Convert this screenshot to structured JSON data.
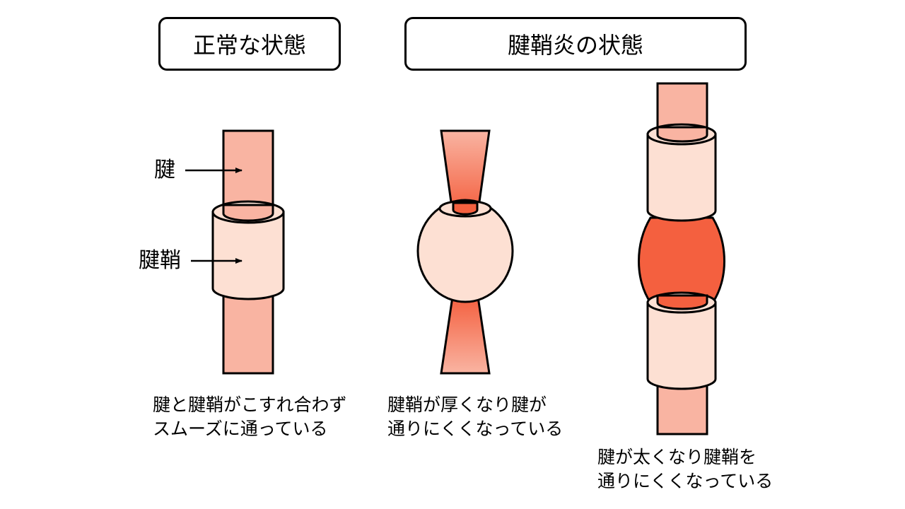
{
  "titles": {
    "normal": "正常な状態",
    "inflamed": "腱鞘炎の状態"
  },
  "labels": {
    "tendon": "腱",
    "sheath": "腱鞘"
  },
  "captions": {
    "normal": [
      "腱と腱鞘がこすれ合わず",
      "スムーズに通っている"
    ],
    "sheath_thick": [
      "腱鞘が厚くなり腱が",
      "通りにくくなっている"
    ],
    "tendon_thick": [
      "腱が太くなり腱鞘を",
      "通りにくくなっている"
    ]
  },
  "colors": {
    "tendon": "#f9b4a2",
    "sheath": "#fde0d3",
    "inflamed": "#f4603f",
    "outline": "#000000"
  }
}
